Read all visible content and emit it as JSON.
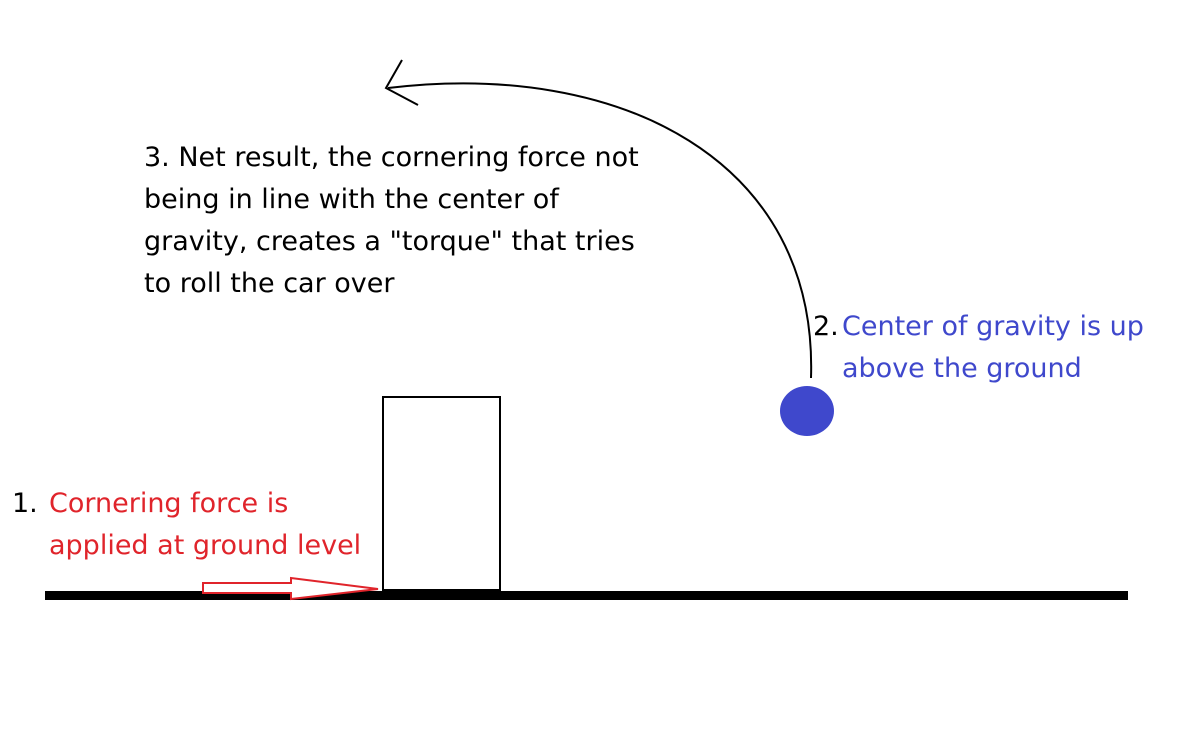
{
  "colors": {
    "force": "#e0242b",
    "center_of_gravity": "#3f48cc",
    "ink": "#000000",
    "background": "#ffffff"
  },
  "label1": {
    "number": "1.",
    "lines": [
      "Cornering force is",
      "applied at ground level"
    ]
  },
  "label2": {
    "number": "2.",
    "lines": [
      "Center of gravity is up",
      "above the ground"
    ]
  },
  "label3": {
    "lines": [
      "3. Net result, the cornering force not",
      "being in line with the center of",
      "gravity, creates a \"torque\" that tries",
      "to roll the car over"
    ]
  },
  "icons": {
    "ground": "ground-line",
    "car": "car-rectangle",
    "force": "force-arrow-icon",
    "gravity": "center-of-gravity-dot",
    "torque": "torque-curved-arrow-icon"
  }
}
